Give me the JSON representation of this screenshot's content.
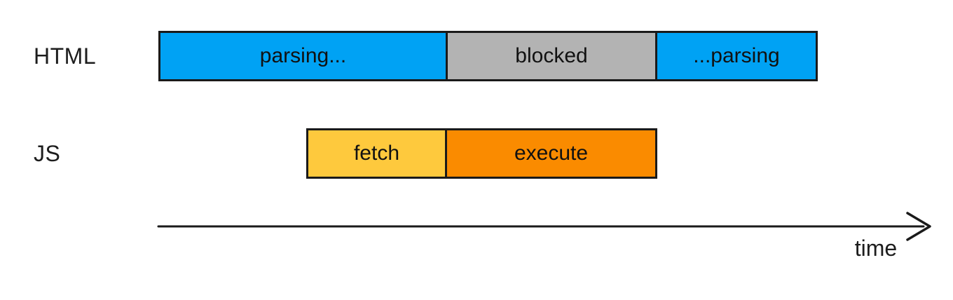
{
  "rows": [
    {
      "label": "HTML",
      "segments": [
        {
          "label": "parsing...",
          "color": "#00A2F4"
        },
        {
          "label": "blocked",
          "color": "#B3B3B3"
        },
        {
          "label": "...parsing",
          "color": "#00A2F4"
        }
      ]
    },
    {
      "label": "JS",
      "segments": [
        {
          "label": "fetch",
          "color": "#FEC93D"
        },
        {
          "label": "execute",
          "color": "#FA8B00"
        }
      ]
    }
  ],
  "axis": {
    "label": "time"
  },
  "colors": {
    "background": "#FFFFFF",
    "border": "#1A1A1A",
    "text": "#1D1D1D",
    "arrow": "#1A1A1A"
  }
}
